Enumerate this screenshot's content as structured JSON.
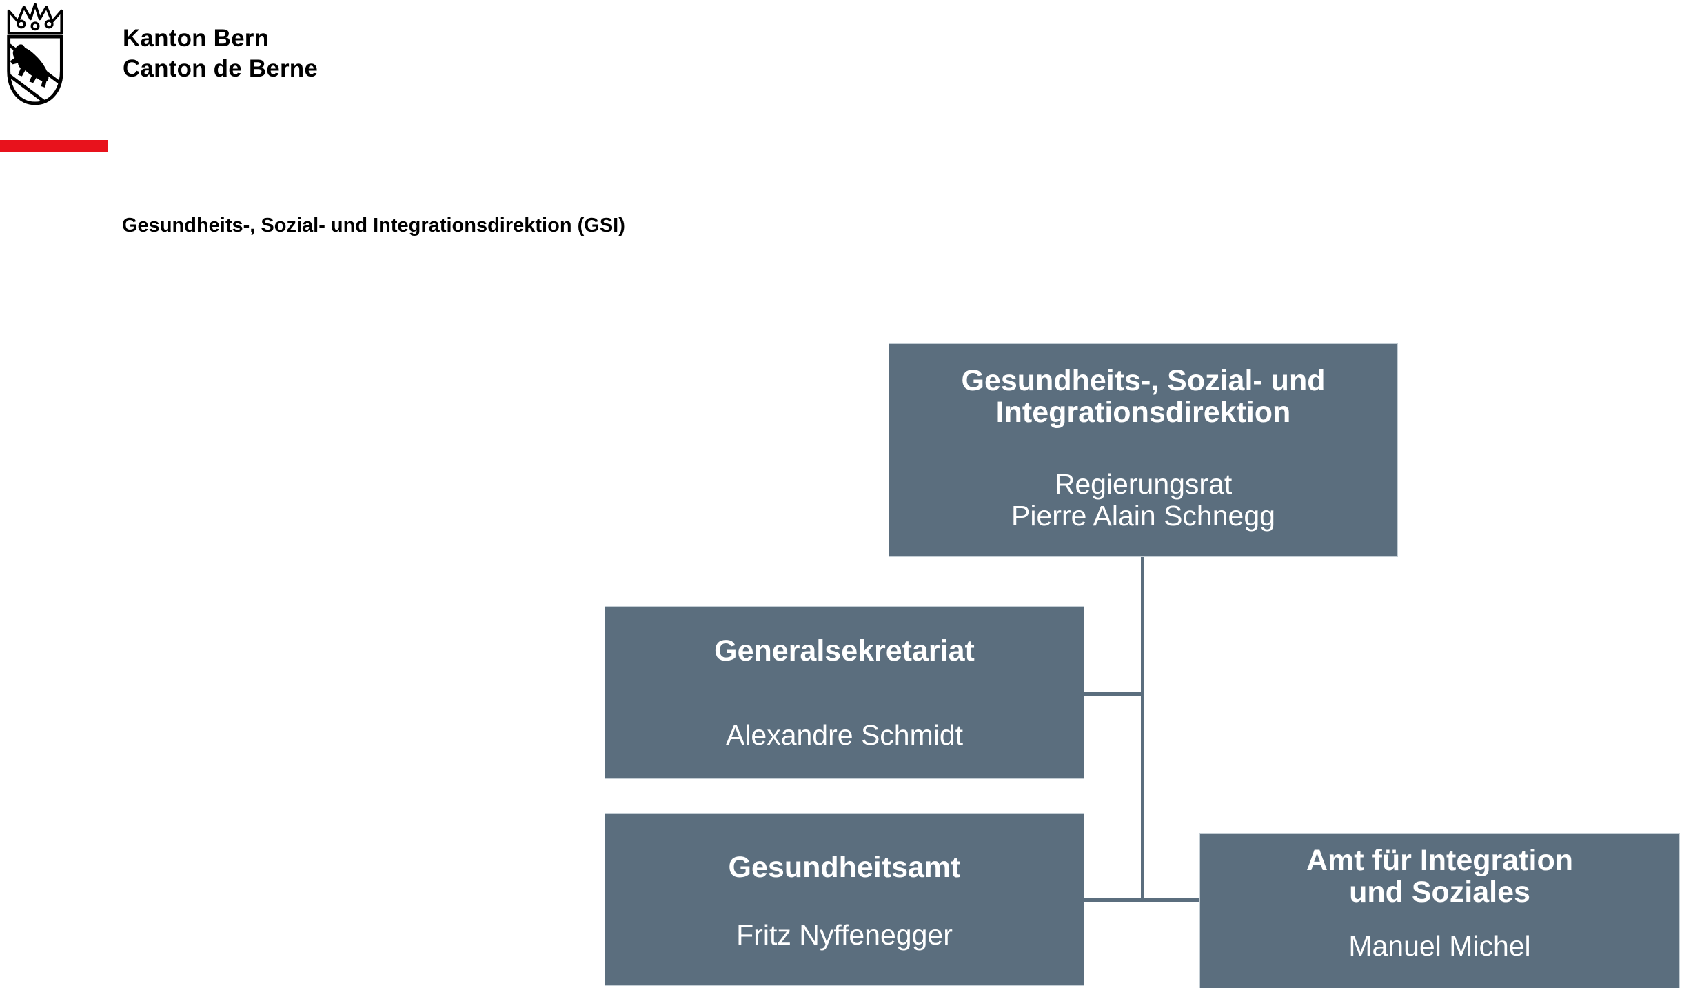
{
  "header": {
    "logo_line1": "Kanton Bern",
    "logo_line2": "Canton de Berne",
    "title": "Gesundheits-, Sozial- und Integrationsdirektion (GSI)"
  },
  "colors": {
    "accent_red": "#e8121c",
    "box_fill": "#5b6e7e",
    "box_text": "#ffffff"
  },
  "org": {
    "root": {
      "title_lines": [
        "Gesundheits-, Sozial- und",
        "Integrationsdirektion"
      ],
      "person_lines": [
        "Regierungsrat",
        "Pierre Alain Schnegg"
      ]
    },
    "children": [
      {
        "id": "generalsekretariat",
        "title_lines": [
          "Generalsekretariat"
        ],
        "person_lines": [
          "Alexandre Schmidt"
        ]
      },
      {
        "id": "gesundheitsamt",
        "title_lines": [
          "Gesundheitsamt"
        ],
        "person_lines": [
          "Fritz Nyffenegger"
        ]
      },
      {
        "id": "amt-integration-soziales",
        "title_lines": [
          "Amt für Integration",
          "und Soziales"
        ],
        "person_lines": [
          "Manuel Michel"
        ]
      }
    ]
  }
}
